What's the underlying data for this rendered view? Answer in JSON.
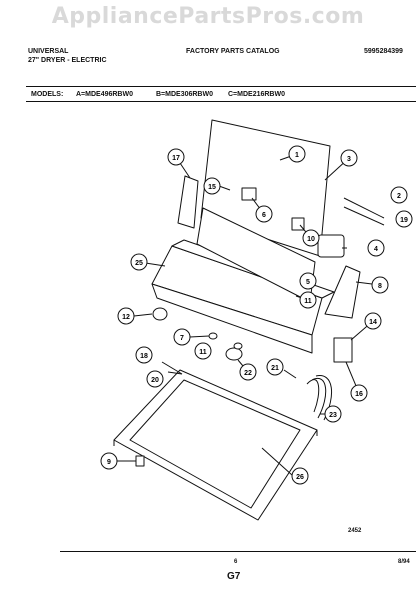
{
  "watermark": "AppliancePartsPros.com",
  "header": {
    "brand": "UNIVERSAL",
    "product": "27\" DRYER - ELECTRIC",
    "catalog": "FACTORY PARTS CATALOG",
    "catalog_number": "5995284399"
  },
  "models": {
    "label": "MODELS:",
    "a": "A=MDE496RBW0",
    "b": "B=MDE306RBW0",
    "c": "C=MDE216RBW0"
  },
  "callouts": [
    "1",
    "2",
    "3",
    "4",
    "5",
    "6",
    "7",
    "8",
    "9",
    "10",
    "11",
    "11",
    "12",
    "14",
    "15",
    "16",
    "17",
    "18",
    "19",
    "20",
    "21",
    "22",
    "23",
    "25",
    "26"
  ],
  "footer": {
    "drawing_code": "2452",
    "page_number": "6",
    "section_code": "G7",
    "date_code": "8/94"
  }
}
